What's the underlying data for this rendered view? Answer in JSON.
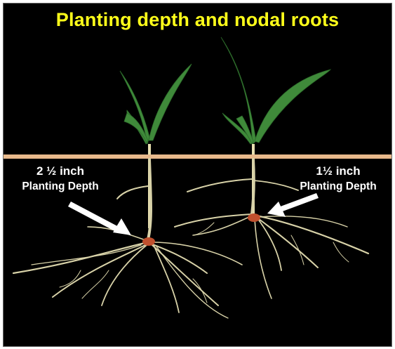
{
  "title": "Planting depth and nodal roots",
  "left_plant": {
    "depth_value": "2 ½ inch",
    "depth_label": "Planting Depth"
  },
  "right_plant": {
    "depth_value": "1½ inch",
    "depth_label": "Planting Depth"
  },
  "colors": {
    "background": "#000000",
    "title": "#ffff1a",
    "soil_line": "#e8b98c",
    "leaf": "#3f8a3a",
    "root": "#d8d2a8",
    "seed": "#c0502e",
    "arrow": "#ffffff"
  }
}
